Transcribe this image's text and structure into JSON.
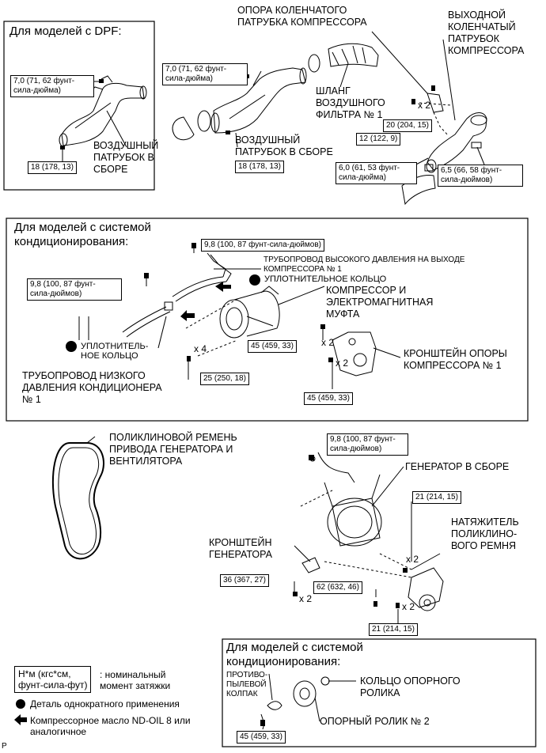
{
  "dpf": {
    "header": "Для моделей с DPF:",
    "torque_top": "7,0 (71, 62 фунт-\nсила-дюйма)",
    "torque_bottom": "18 (178, 13)",
    "label_pipe": "ВОЗДУШНЫЙ\nПАТРУБОК В\nСБОРЕ"
  },
  "intake": {
    "label_support": "ОПОРА КОЛЕНЧАТОГО\nПАТРУБКА КОМПРЕССОРА",
    "label_outlet": "ВЫХОДНОЙ\nКОЛЕНЧАТЫЙ\nПАТРУБОК\nКОМПРЕССОРА",
    "label_hose": "ШЛАНГ\nВОЗДУШНОГО\nФИЛЬТРА № 1",
    "label_pipe": "ВОЗДУШНЫЙ\nПАТРУБОК В СБОРЕ",
    "torque_7": "7,0 (71, 62 фунт-\nсила-дюйма)",
    "torque_18": "18 (178, 13)",
    "torque_20": "20 (204, 15)",
    "torque_12": "12 (122, 9)",
    "torque_6_0": "6,0 (61, 53 фунт-\nсила-дюйма)",
    "torque_6_5": "6,5 (66, 58 фунт-\nсила-дюймов)",
    "x2": "x 2"
  },
  "ac": {
    "header": "Для моделей с системой\nкондиционирования:",
    "torque_9_8_top": "9,8 (100, 87 фунт-сила-дюймов)",
    "torque_9_8_left": "9,8 (100, 87 фунт-\nсила-дюймов)",
    "label_high_pipe": "ТРУБОПРОВОД ВЫСОКОГО ДАВЛЕНИЯ НА ВЫХОДЕ\nКОМПРЕССОРА № 1",
    "label_oring": "УПЛОТНИТЕЛЬНОЕ КОЛЬЦО",
    "label_compressor": "КОМПРЕССОР И\nЭЛЕКТРОМАГНИТНАЯ\nМУФТА",
    "label_oring2": "УПЛОТНИТЕЛЬ-\nНОЕ КОЛЬЦО",
    "label_low_pipe": "ТРУБОПРОВОД НИЗКОГО\nДАВЛЕНИЯ КОНДИЦИОНЕРА\n№ 1",
    "label_bracket": "КРОНШТЕЙН ОПОРЫ\nКОМПРЕССОРА № 1",
    "torque_45a": "45 (459, 33)",
    "torque_45b": "45 (459, 33)",
    "torque_25": "25 (250, 18)",
    "x4": "x 4",
    "x2a": "x 2",
    "x2b": "x 2"
  },
  "belt": {
    "label_belt": "ПОЛИКЛИНОВОЙ РЕМЕНЬ\nПРИВОДА ГЕНЕРАТОРА И\nВЕНТИЛЯТОРА",
    "torque_9_8": "9,8 (100, 87 фунт-\nсила-дюймов)",
    "label_generator": "ГЕНЕРАТОР В СБОРЕ",
    "torque_21a": "21 (214, 15)",
    "label_tensioner": "НАТЯЖИТЕЛЬ\nПОЛИКЛИНО-\nВОГО РЕМНЯ",
    "label_gen_bracket": "КРОНШТЕЙН\nГЕНЕРАТОРА",
    "torque_36": "36 (367, 27)",
    "torque_62": "62 (632, 46)",
    "torque_21b": "21 (214, 15)",
    "x2a": "x 2",
    "x2b": "x 2",
    "x2c": "x 2"
  },
  "ac2": {
    "header": "Для моделей с системой\nкондиционирования:",
    "label_cap": "ПРОТИВО-\nПЫЛЕВОЙ\nКОЛПАК",
    "label_ring": "КОЛЬЦО ОПОРНОГО\nРОЛИКА",
    "label_idler": "ОПОРНЫЙ РОЛИК № 2",
    "torque_45": "45 (459, 33)"
  },
  "legend": {
    "unit_box": "Н*м (кгс*см,\nфунт-сила-фут)",
    "unit_desc": ": номинальный\n  момент затяжки",
    "nonreusable": "Деталь однократного применения",
    "oil": "Компрессорное масло ND-OIL 8 или\nаналогичное"
  },
  "corner_mark": "P"
}
